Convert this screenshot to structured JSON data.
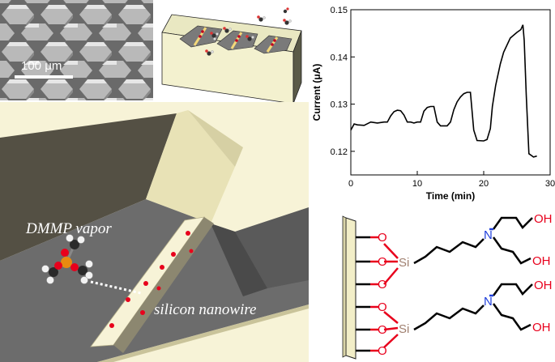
{
  "sem": {
    "scale_bar_label": "100 μm"
  },
  "nanowire": {
    "vapor_label": "DMMP vapor",
    "wire_label": "silicon nanowire"
  },
  "chart_data": {
    "type": "line",
    "title": "",
    "xlabel": "Time (min)",
    "ylabel": "Current (μA)",
    "xlim": [
      0,
      30
    ],
    "ylim": [
      0.115,
      0.15
    ],
    "xticks": [
      0,
      10,
      20,
      30
    ],
    "yticks": [
      0.12,
      0.13,
      0.14,
      0.15
    ],
    "grid": false,
    "series": [
      {
        "color": "#000000",
        "x": [
          0,
          0.5,
          1,
          2,
          3,
          4,
          5,
          5.5,
          6,
          6.5,
          7,
          7.5,
          8,
          8.5,
          9,
          9.5,
          10,
          10.5,
          11,
          11.5,
          12,
          12.5,
          13,
          13.5,
          14,
          14.5,
          15,
          15.5,
          16,
          16.5,
          17,
          17.5,
          18,
          18.5,
          19,
          20,
          20.5,
          21,
          21.3,
          21.8,
          22.5,
          23,
          24,
          25,
          25.6,
          25.9,
          26.1,
          26.4,
          26.8,
          27.5,
          28
        ],
        "y": [
          0.1245,
          0.1258,
          0.1256,
          0.1255,
          0.1262,
          0.126,
          0.1262,
          0.1262,
          0.1275,
          0.1284,
          0.1287,
          0.1286,
          0.1277,
          0.1262,
          0.1262,
          0.126,
          0.1262,
          0.1262,
          0.1285,
          0.1293,
          0.1295,
          0.1295,
          0.1262,
          0.1254,
          0.1254,
          0.1254,
          0.1262,
          0.1288,
          0.1305,
          0.1315,
          0.1322,
          0.1325,
          0.1325,
          0.1245,
          0.1223,
          0.1222,
          0.1225,
          0.1248,
          0.1295,
          0.134,
          0.1385,
          0.141,
          0.144,
          0.1452,
          0.1458,
          0.1468,
          0.1435,
          0.132,
          0.1195,
          0.1188,
          0.119
        ]
      }
    ]
  },
  "chemistry": {
    "oxygen_symbol": "O",
    "silicon_symbol": "Si",
    "nitrogen_symbol": "N",
    "hydroxyl_label": "OH"
  },
  "colors": {
    "wire": "#f7f3d7",
    "dots": "#e8001c",
    "oxygen": "#e8001c",
    "silicon": "#a08070",
    "nitrogen": "#1f3fdc"
  }
}
